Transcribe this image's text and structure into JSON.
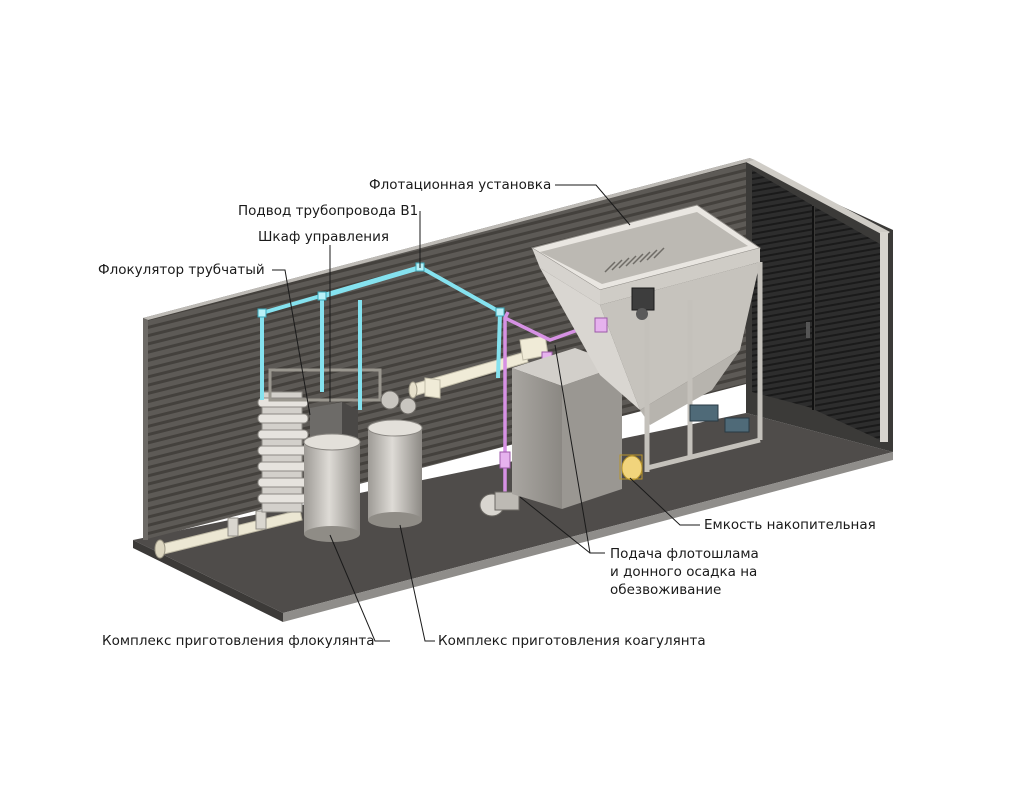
{
  "labels": {
    "flotation_unit": "Флотационная установка",
    "pipeline_b1": "Подвод трубопровода В1",
    "control_cabinet": "Шкаф управления",
    "tubular_flocculator": "Флокулятор трубчатый",
    "storage_tank": "Емкость накопительная",
    "sludge_supply": "Подача флотошлама\nи донного осадка на\nобезвоживание",
    "flocculant_complex": "Комплекс приготовления флокулянта",
    "coagulant_complex": "Комплекс приготовления коагулянта"
  },
  "colors": {
    "wall": "#5b5854",
    "wall_stripe": "#46433f",
    "floor": "#545150",
    "floor_edge": "#8f8d8a",
    "door": "#2a2a2a",
    "equipment": "#c9c6c1",
    "pipe_cyan": "#7fe0ee",
    "pipe_magenta": "#d98be6",
    "pipe_cream": "#f1ecd8",
    "flange_yellow": "#f0d27a"
  }
}
